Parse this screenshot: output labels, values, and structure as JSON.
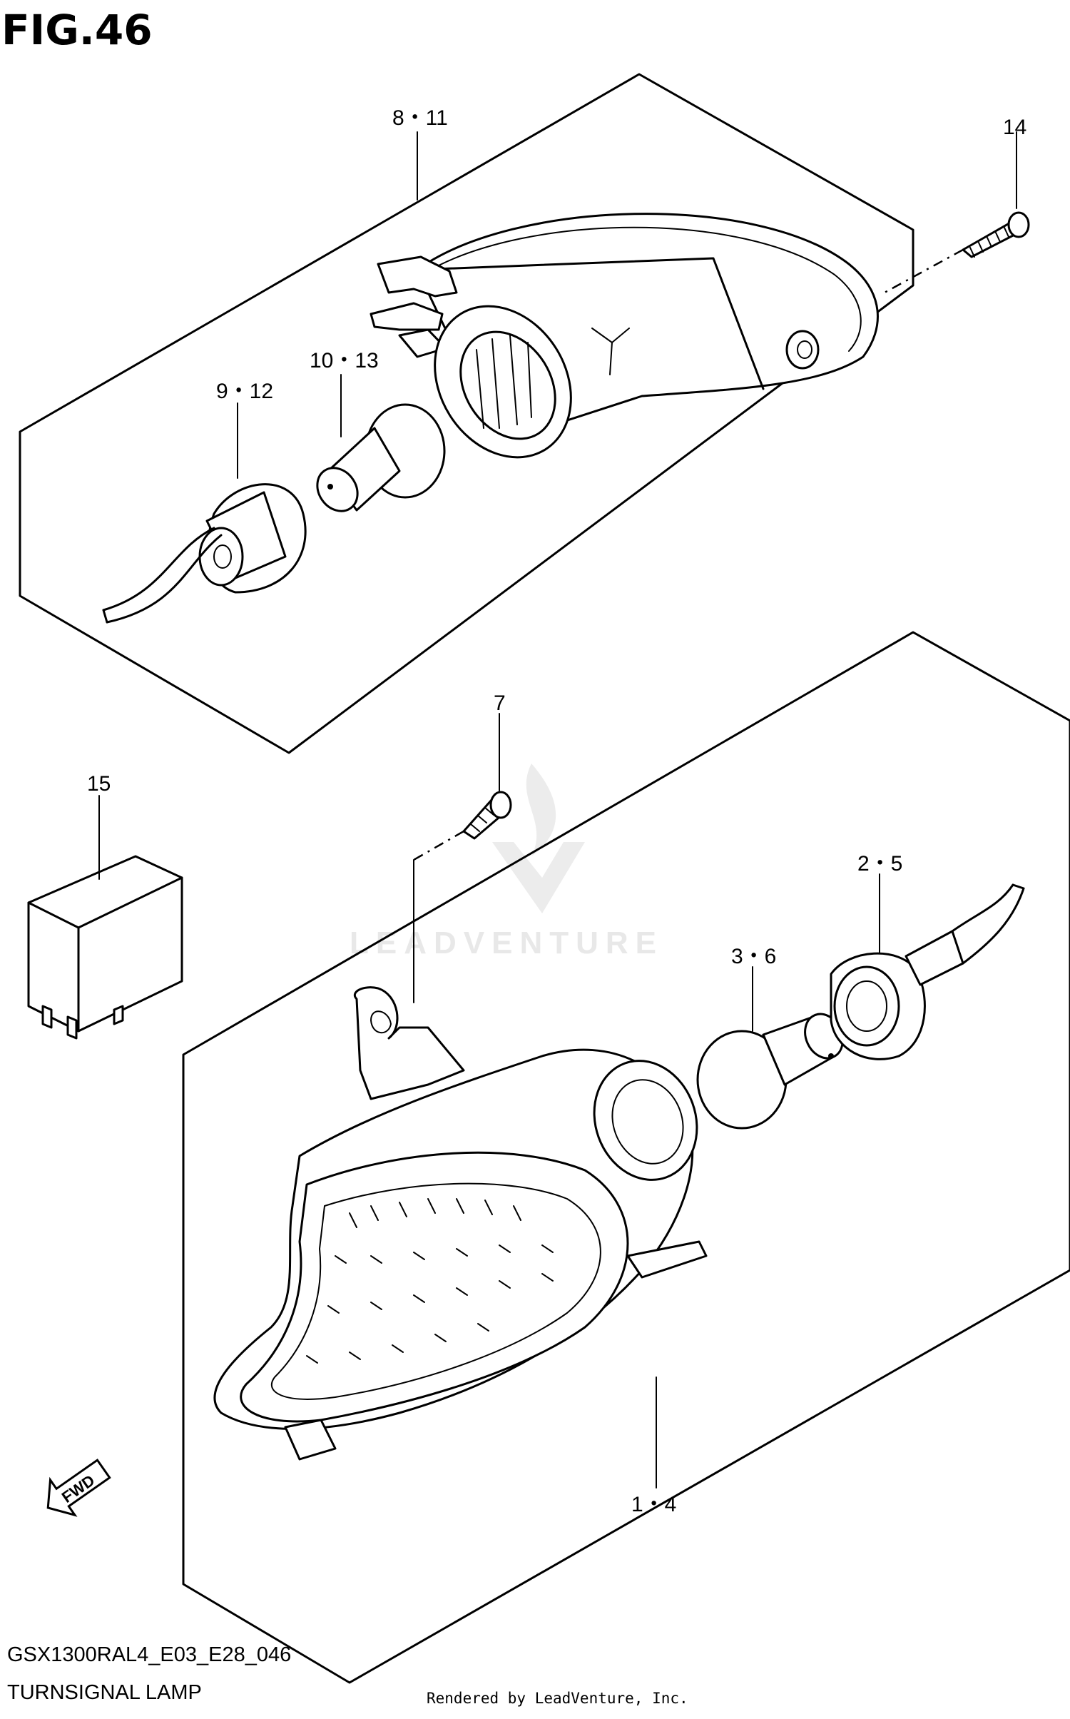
{
  "figure": {
    "title": "FIG.46",
    "model_code": "GSX1300RAL4_E03_E28_046",
    "caption": "TURNSIGNAL LAMP",
    "footer": "Rendered by LeadVenture, Inc.",
    "watermark": "LEADVENTURE"
  },
  "callouts": {
    "c_8_11": "8・11",
    "c_14": "14",
    "c_10_13": "10・13",
    "c_9_12": "9・12",
    "c_7": "7",
    "c_15": "15",
    "c_2_5": "2・5",
    "c_3_6": "3・6",
    "c_1_4": "1・4"
  },
  "direction_badge": {
    "label": "FWD",
    "icon": "forward-arrow-icon"
  },
  "colors": {
    "line": "#000000",
    "background": "#ffffff",
    "watermark": "#e8e8e8"
  }
}
